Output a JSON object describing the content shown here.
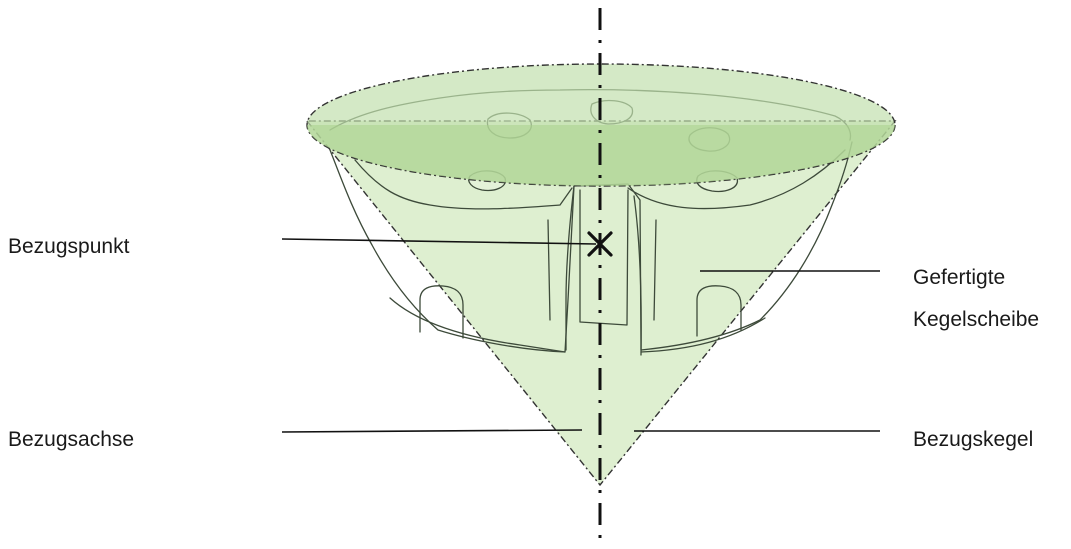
{
  "labels": {
    "reference_point": "Bezugspunkt",
    "reference_axis": "Bezugsachse",
    "produced_disc_line1": "Gefertigte",
    "produced_disc_line2": "Kegelscheibe",
    "reference_cone": "Bezugskegel"
  },
  "colors": {
    "cone_fill": "#dbeecb",
    "cap_fill": "#b9d9a0",
    "cap_band": "#a7cf8a",
    "outline": "#222222"
  }
}
